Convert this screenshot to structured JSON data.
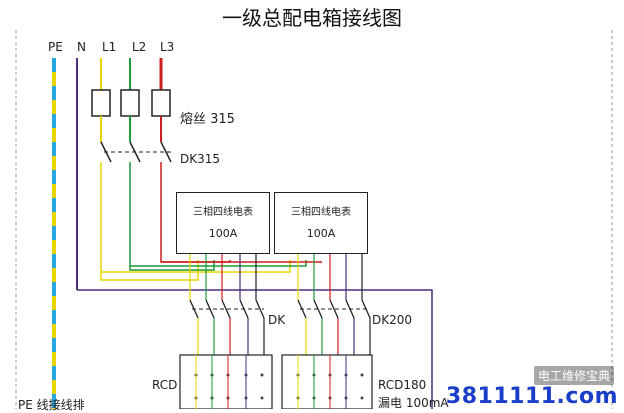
{
  "title": "一级总配电箱接线图",
  "lines": [
    "PE",
    "N",
    "L1",
    "L2",
    "L3"
  ],
  "labels": {
    "fuse": "熔丝 315",
    "dk315": "DK315",
    "dk": "DK",
    "dk200": "DK200",
    "rcd": "RCD",
    "rcd180": "RCD180",
    "leak": "漏电 100mA",
    "pe_bar": "PE 线接线排"
  },
  "meters": [
    {
      "name": "三相四线电表",
      "rating": "100A"
    },
    {
      "name": "三相四线电表",
      "rating": "100A"
    }
  ],
  "watermark": {
    "url": "3811111.com",
    "brand": "电工维修宝典"
  },
  "colors": {
    "pe_yellow": "#e8d500",
    "pe_blue": "#29a8e0",
    "n": "#4b2d7f",
    "l1": "#e8d500",
    "l2": "#1a9a3a",
    "l3": "#cc1f1f",
    "wire": "#222222"
  }
}
